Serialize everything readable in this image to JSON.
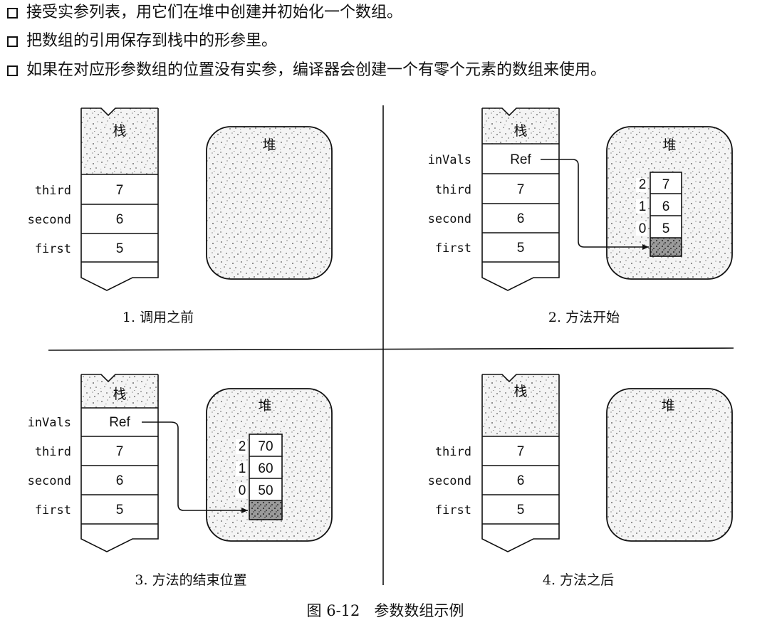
{
  "bullets": [
    "接受实参列表，用它们在堆中创建并初始化一个数组。",
    "把数组的引用保存到栈中的形参里。",
    "如果在对应形参数组的位置没有实参，编译器会创建一个有零个元素的数组来使用。"
  ],
  "labels": {
    "stack": "栈",
    "heap": "堆",
    "ref": "Ref"
  },
  "figure_caption": "图 6-12   参数数组示例",
  "panels": [
    {
      "caption": "1. 调用之前",
      "stack": [
        {
          "name": "third",
          "value": "7"
        },
        {
          "name": "second",
          "value": "6"
        },
        {
          "name": "first",
          "value": "5"
        }
      ],
      "array": null
    },
    {
      "caption": "2. 方法开始",
      "stack": [
        {
          "name": "inVals",
          "value": "Ref"
        },
        {
          "name": "third",
          "value": "7"
        },
        {
          "name": "second",
          "value": "6"
        },
        {
          "name": "first",
          "value": "5"
        }
      ],
      "array": {
        "indices": [
          "2",
          "1",
          "0"
        ],
        "values": [
          "7",
          "6",
          "5"
        ]
      }
    },
    {
      "caption": "3. 方法的结束位置",
      "stack": [
        {
          "name": "inVals",
          "value": "Ref"
        },
        {
          "name": "third",
          "value": "7"
        },
        {
          "name": "second",
          "value": "6"
        },
        {
          "name": "first",
          "value": "5"
        }
      ],
      "array": {
        "indices": [
          "2",
          "1",
          "0"
        ],
        "values": [
          "70",
          "60",
          "50"
        ]
      }
    },
    {
      "caption": "4. 方法之后",
      "stack": [
        {
          "name": "third",
          "value": "7"
        },
        {
          "name": "second",
          "value": "6"
        },
        {
          "name": "first",
          "value": "5"
        }
      ],
      "array": null
    }
  ]
}
